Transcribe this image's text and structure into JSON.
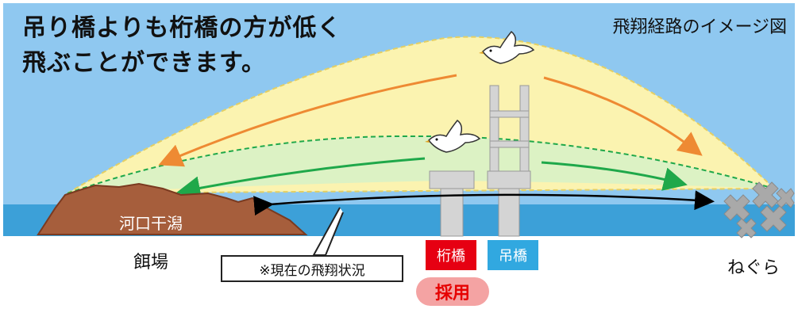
{
  "headline": {
    "line1": "吊り橋よりも桁橋の方が低く",
    "line2": "飛ぶことができます。"
  },
  "title": "飛翔経路のイメージ図",
  "labels": {
    "tidal_flat": "河口干潟",
    "feeding_ground": "餌場",
    "roost": "ねぐら",
    "current_status": "※現在の飛翔状況",
    "girder_bridge": "桁橋",
    "suspension_bridge": "吊橋",
    "adopted": "採用"
  },
  "colors": {
    "sky": "#8fc8f0",
    "sea": "#3ca0d8",
    "high_zone": "#fbf3b0",
    "low_zone": "#dcf2c4",
    "high_arrow": "#ee8a33",
    "low_arrow": "#1fa84a",
    "tidal_flat": "#a65e3c",
    "girder_tag": "#e60012",
    "suspension_tag": "#31a8e0",
    "adopted_badge": "#f4a3a3"
  },
  "icons": [
    "bird-icon",
    "roost-cross-icon"
  ]
}
